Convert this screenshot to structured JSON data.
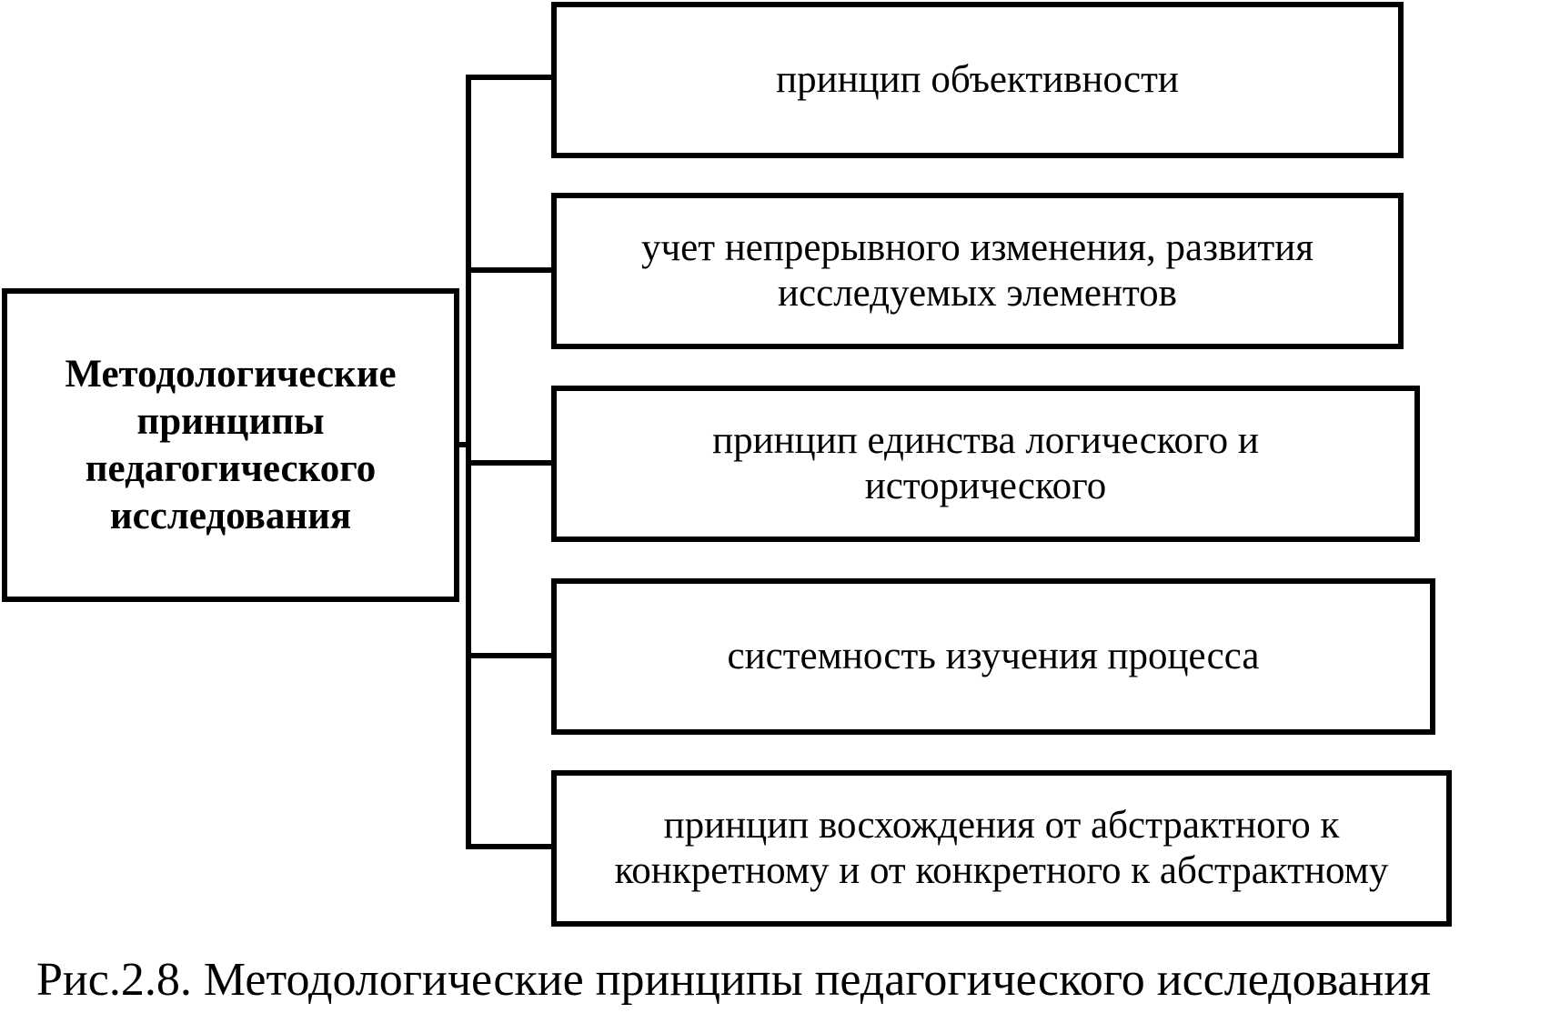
{
  "main": {
    "line1": "Методологические",
    "line2": "принципы",
    "line3": "педагогического",
    "line4": "исследования"
  },
  "items": [
    {
      "line1": "принцип объективности",
      "line2": ""
    },
    {
      "line1": "учет непрерывного изменения, развития",
      "line2": "исследуемых элементов"
    },
    {
      "line1": "принцип единства логического и",
      "line2": "исторического"
    },
    {
      "line1": "системность изучения процесса",
      "line2": ""
    },
    {
      "line1": "принцип восхождения от абстрактного к",
      "line2": "конкретному и от конкретного к абстрактному"
    }
  ],
  "caption": "Рис.2.8. Методологические принципы педагогического исследования"
}
